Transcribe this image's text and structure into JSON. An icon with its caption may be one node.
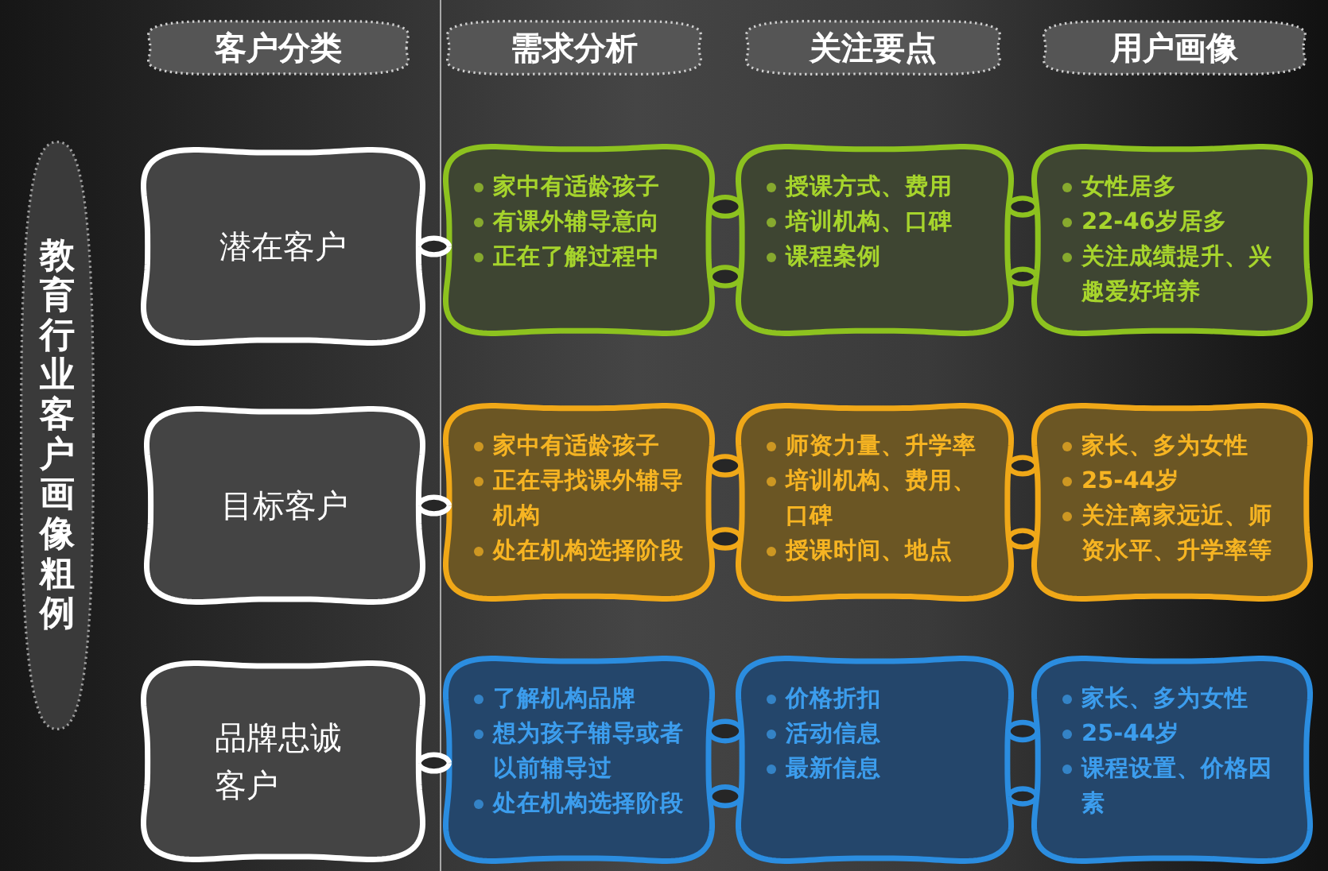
{
  "diagram": {
    "nodes": [
      {
        "text": [
          "教育行业客户画像粗例"
        ]
      },
      {
        "text": [
          "客户分类"
        ]
      },
      {
        "text": [
          "需求分析"
        ]
      },
      {
        "text": [
          "关注要点"
        ]
      },
      {
        "text": [
          "用户画像"
        ]
      },
      {
        "text": [
          "潜在客户"
        ]
      },
      {
        "text": [
          "家中有适龄孩子",
          "有课外辅导意向",
          "正在了解过程中"
        ]
      },
      {
        "text": [
          "授课方式、费用",
          "培训机构、口碑",
          "课程案例"
        ]
      },
      {
        "text": [
          "女性居多",
          "22-46岁居多",
          "关注成绩提升、兴趣爱好培养"
        ]
      },
      {
        "text": [
          "目标客户"
        ]
      },
      {
        "text": [
          "家中有适龄孩子",
          "正在寻找课外辅导机构",
          "处在机构选择阶段"
        ]
      },
      {
        "text": [
          "师资力量、升学率",
          "培训机构、费用、口碑",
          "授课时间、地点"
        ]
      },
      {
        "text": [
          "家长、多为女性",
          "25-44岁",
          "关注离家远近、师资水平、升学率等"
        ]
      },
      {
        "text": [
          "品牌忠诚客户"
        ]
      },
      {
        "text": [
          "了解机构品牌",
          "想为孩子辅导或者以前辅导过",
          "处在机构选择阶段"
        ]
      },
      {
        "text": [
          "价格折扣",
          "活动信息",
          "最新信息"
        ]
      },
      {
        "text": [
          "家长、多为女性",
          "25-44岁",
          "课程设置、价格因素"
        ]
      }
    ],
    "edges": [
      {
        "from": 5,
        "to": 6,
        "arrow": "none",
        "color": "#ffffff"
      },
      {
        "from": 6,
        "to": 7,
        "arrow": "none",
        "color": "#8dc21f"
      },
      {
        "from": 6,
        "to": 7,
        "arrow": "none",
        "color": "#8dc21f"
      },
      {
        "from": 7,
        "to": 8,
        "arrow": "none",
        "color": "#8dc21f"
      },
      {
        "from": 7,
        "to": 8,
        "arrow": "none",
        "color": "#8dc21f"
      },
      {
        "from": 9,
        "to": 10,
        "arrow": "none",
        "color": "#ffffff"
      },
      {
        "from": 10,
        "to": 11,
        "arrow": "none",
        "color": "#f0a818"
      },
      {
        "from": 10,
        "to": 11,
        "arrow": "none",
        "color": "#f0a818"
      },
      {
        "from": 11,
        "to": 12,
        "arrow": "none",
        "color": "#f0a818"
      },
      {
        "from": 11,
        "to": 12,
        "arrow": "none",
        "color": "#f0a818"
      },
      {
        "from": 13,
        "to": 14,
        "arrow": "none",
        "color": "#ffffff"
      },
      {
        "from": 14,
        "to": 15,
        "arrow": "none",
        "color": "#2b8de0"
      },
      {
        "from": 14,
        "to": 15,
        "arrow": "none",
        "color": "#2b8de0"
      },
      {
        "from": 15,
        "to": 16,
        "arrow": "none",
        "color": "#2b8de0"
      },
      {
        "from": 15,
        "to": 16,
        "arrow": "none",
        "color": "#2b8de0"
      }
    ]
  }
}
